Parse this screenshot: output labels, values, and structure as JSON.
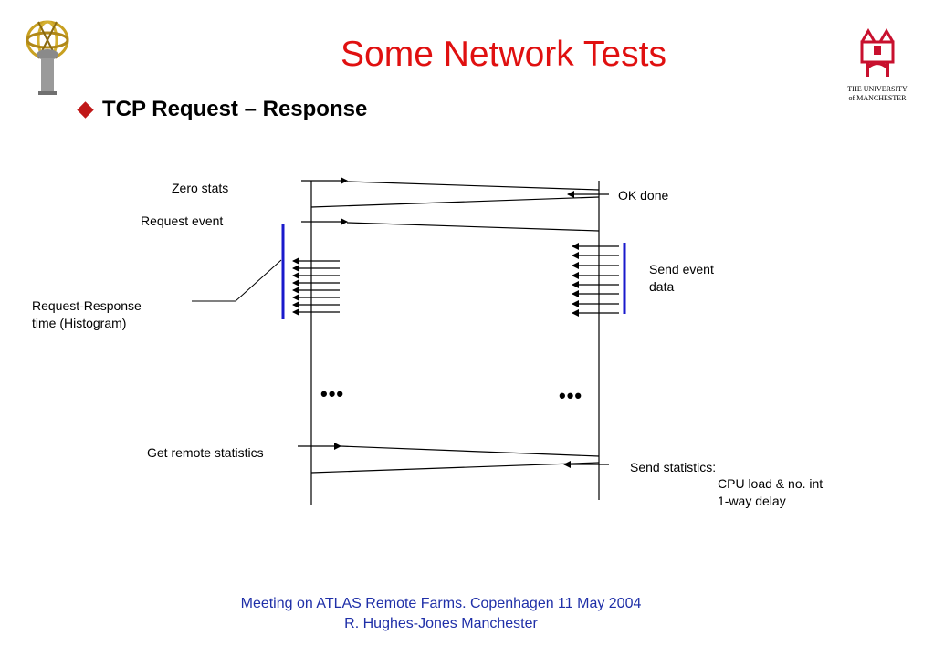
{
  "slide": {
    "title": "Some Network Tests",
    "bullet": "TCP Request – Response"
  },
  "diagram": {
    "labels": {
      "zero_stats": "Zero stats",
      "ok_done": "OK done",
      "request_event": "Request event",
      "send_event_data_1": "Send event",
      "send_event_data_2": "data",
      "rr_time_1": "Request-Response",
      "rr_time_2": "time (Histogram)",
      "get_remote_stats": "Get remote statistics",
      "send_stats": "Send statistics:",
      "cpu_load": "CPU load & no. int",
      "delay": "1-way delay",
      "ellipsis": "•••"
    },
    "colors": {
      "marker": "#1a1acc",
      "line": "#000000"
    }
  },
  "logos": {
    "left": "atlas-logo",
    "right": "university-of-manchester-logo",
    "uni_line1": "THE UNIVERSITY",
    "uni_line2": "of MANCHESTER"
  },
  "footer": {
    "line1": "Meeting on ATLAS Remote Farms. Copenhagen 11 May 2004",
    "line2": "R. Hughes-Jones  Manchester"
  }
}
